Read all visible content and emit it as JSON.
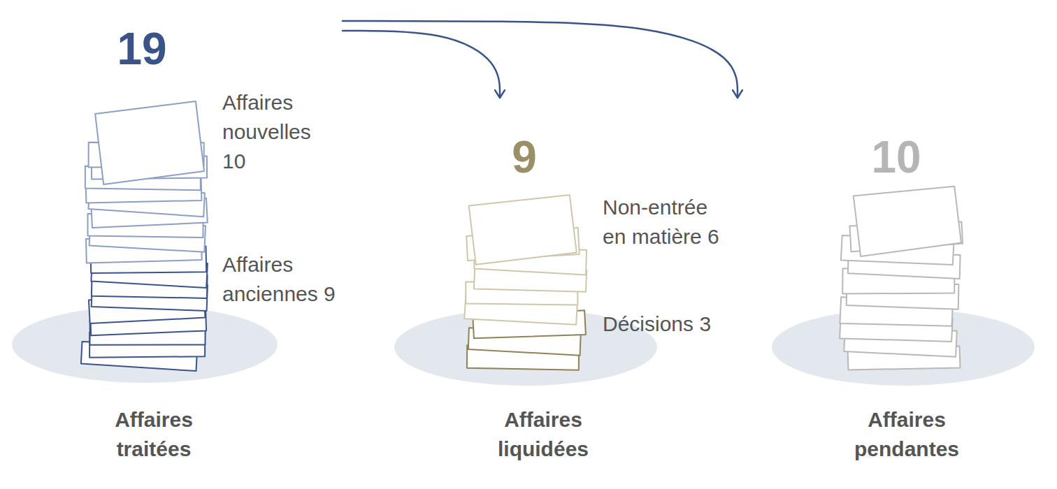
{
  "diagram": {
    "nodes": [
      {
        "text": [
          "19",
          "Affaires nouvelles 10",
          "Affaires anciennes 9",
          "Affaires traitées"
        ]
      },
      {
        "text": [
          "9",
          "Non-entrée en matière 6",
          "Décisions 3",
          "Affaires liquidées"
        ]
      },
      {
        "text": [
          "10",
          "Affaires pendantes"
        ]
      }
    ],
    "edges": [
      {
        "from": 0,
        "to": 1,
        "arrow": "to"
      },
      {
        "from": 0,
        "to": 2,
        "arrow": "to"
      }
    ]
  }
}
